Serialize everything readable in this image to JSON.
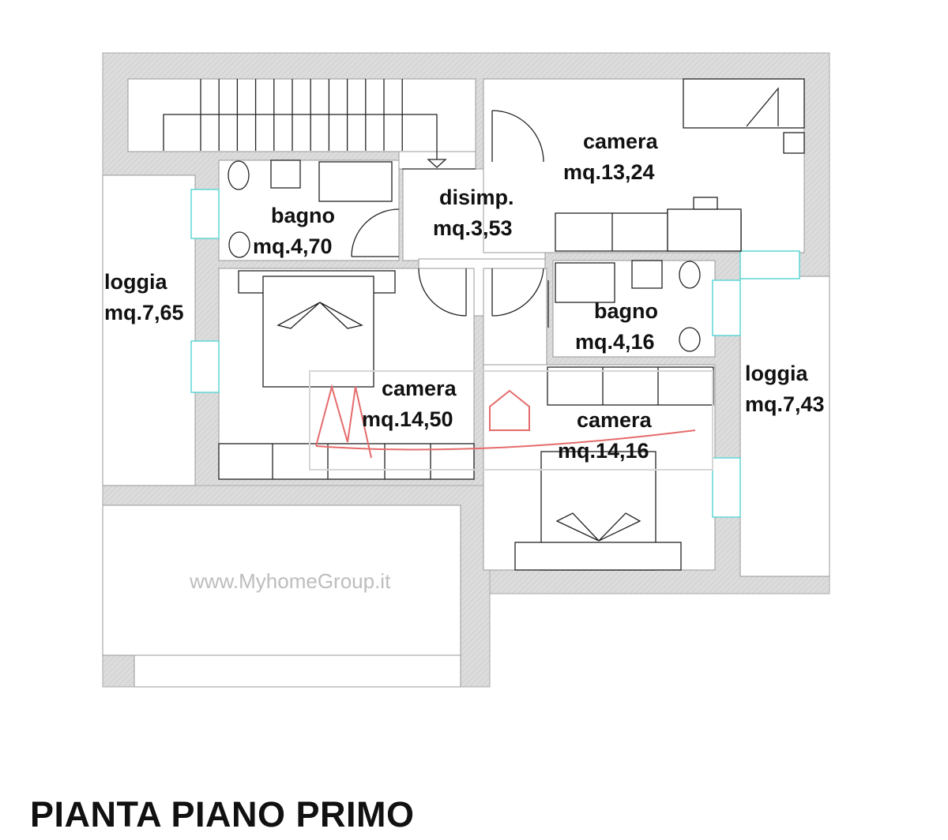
{
  "plan": {
    "title": "PIANTA PIANO PRIMO",
    "watermark": "www.MyhomeGroup.it",
    "rooms": [
      {
        "name": "camera",
        "area": "mq.13,24"
      },
      {
        "name": "disimp.",
        "area": "mq.3,53"
      },
      {
        "name": "bagno",
        "area": "mq.4,70"
      },
      {
        "name": "loggia",
        "area": "mq.7,65"
      },
      {
        "name": "bagno",
        "area": "mq.4,16"
      },
      {
        "name": "camera",
        "area": "mq.14,50"
      },
      {
        "name": "loggia",
        "area": "mq.7,43"
      },
      {
        "name": "camera",
        "area": "mq.14,16"
      }
    ],
    "colors": {
      "wall": "#d9d9d9",
      "window": "#5fd6d6",
      "watermark": "#e56b6b"
    }
  }
}
